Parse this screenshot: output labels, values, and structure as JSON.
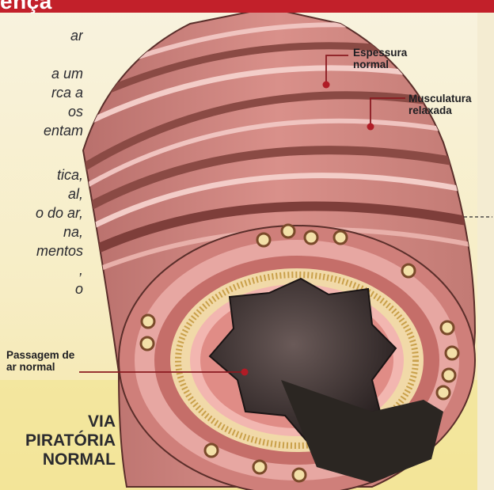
{
  "header": {
    "title_fragment": "ença"
  },
  "text_fragments": [
    "ar",
    "a um",
    "rca a",
    "os",
    "entam",
    "tica,",
    "al,",
    "o do ar,",
    "na,",
    "mentos",
    ",",
    "o"
  ],
  "labels": {
    "espessura": [
      "Espessura",
      "normal"
    ],
    "musculatura": [
      "Musculatura",
      "relaxada"
    ],
    "passagem": [
      "Passagem de",
      "ar normal"
    ]
  },
  "caption": [
    "VIA",
    "PIRATÓRIA",
    "NORMAL"
  ],
  "colors": {
    "accent_red": "#c2202a",
    "background_yellow": "#f6efcf",
    "muscle_pink": "#d98a8a",
    "muscle_brown": "#8a4a44",
    "lumen_dark": "#3a3030"
  }
}
